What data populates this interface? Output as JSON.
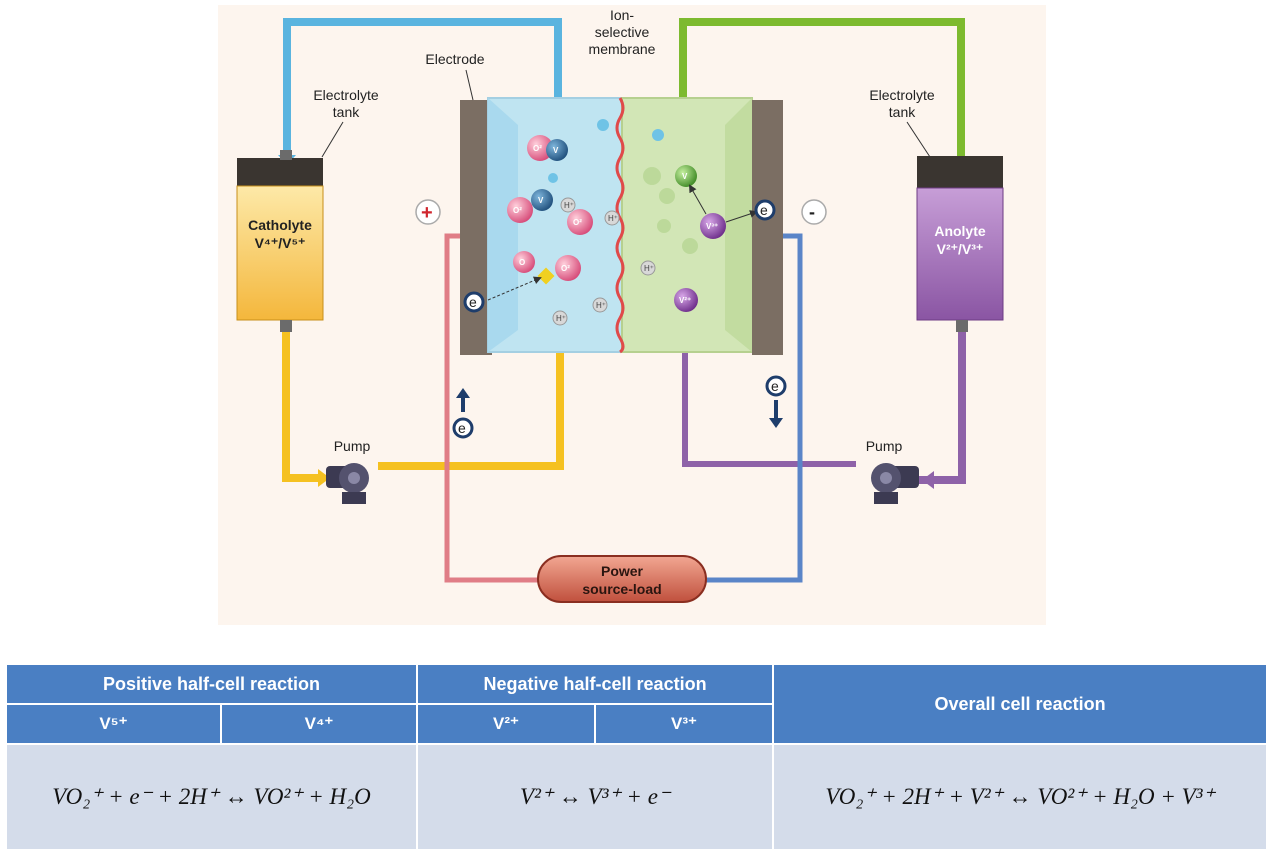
{
  "diagram": {
    "labels": {
      "electrolyte_tank_left": [
        "Electrolyte",
        "tank"
      ],
      "electrolyte_tank_right": [
        "Electrolyte",
        "tank"
      ],
      "electrode": "Electrode",
      "membrane": [
        "Ion-",
        "selective",
        "membrane"
      ],
      "pump_left": "Pump",
      "pump_right": "Pump",
      "catholyte": [
        "Catholyte",
        "V⁴⁺/V⁵⁺"
      ],
      "anolyte": [
        "Anolyte",
        "V²⁺/V³⁺"
      ],
      "power": [
        "Power",
        "source-load"
      ],
      "plus": "+",
      "minus": "-",
      "electron": "e",
      "proton": "H⁺"
    },
    "colors": {
      "cathode_pipe": "#5ab4df",
      "anode_pipe": "#7dba2f",
      "catholyte_pipe": "#f5c120",
      "anolyte_pipe": "#8e62a8",
      "positive_wire": "#e07d86",
      "negative_wire": "#5a85c8"
    }
  },
  "table": {
    "positive_header": "Positive half-cell reaction",
    "negative_header": "Negative half-cell reaction",
    "overall_header": "Overall cell reaction",
    "species": [
      "V⁵⁺",
      "V⁴⁺",
      "V²⁺",
      "V³⁺"
    ],
    "positive_equation": "VO₂⁺ + e⁻ + 2H⁺ ↔ VO²⁺ + H₂O",
    "negative_equation": "V²⁺ ↔ V³⁺ + e⁻",
    "overall_equation": "VO₂⁺ + 2H⁺ + V²⁺ ↔ VO²⁺ + H₂O + V³⁺"
  }
}
